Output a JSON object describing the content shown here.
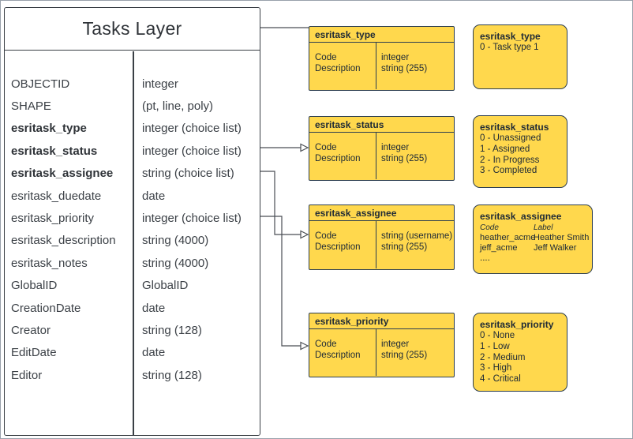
{
  "colors": {
    "shape_fill": "#FFD84D",
    "shape_border": "#2C3E50",
    "connector": "#4A4E54",
    "text": "#20242B"
  },
  "tasks_layer": {
    "title": "Tasks Layer",
    "fields": [
      {
        "name": "OBJECTID",
        "type": "integer"
      },
      {
        "name": "SHAPE",
        "type": "(pt, line, poly)"
      },
      {
        "name": "esritask_type",
        "type": "integer (choice list)"
      },
      {
        "name": "esritask_status",
        "type": "integer (choice list)"
      },
      {
        "name": "esritask_assignee",
        "type": "string (choice list)"
      },
      {
        "name": "esritask_duedate",
        "type": "date"
      },
      {
        "name": "esritask_priority",
        "type": "integer (choice list)"
      },
      {
        "name": "esritask_description",
        "type": "string (4000)"
      },
      {
        "name": "esritask_notes",
        "type": "string (4000)"
      },
      {
        "name": "GlobalID",
        "type": "GlobalID"
      },
      {
        "name": "CreationDate",
        "type": "date"
      },
      {
        "name": "Creator",
        "type": "string (128)"
      },
      {
        "name": "EditDate",
        "type": "date"
      },
      {
        "name": "Editor",
        "type": "string (128)"
      }
    ]
  },
  "code_tables": [
    {
      "title": "esritask_type",
      "rows": [
        {
          "field": "Code",
          "type": "integer"
        },
        {
          "field": "Description",
          "type": "string (255)"
        }
      ]
    },
    {
      "title": "esritask_status",
      "rows": [
        {
          "field": "Code",
          "type": "integer"
        },
        {
          "field": "Description",
          "type": "string (255)"
        }
      ]
    },
    {
      "title": "esritask_assignee",
      "rows": [
        {
          "field": "Code",
          "type": "string  (username)"
        },
        {
          "field": "Description",
          "type": "string (255)"
        }
      ]
    },
    {
      "title": "esritask_priority",
      "rows": [
        {
          "field": "Code",
          "type": "integer"
        },
        {
          "field": "Description",
          "type": "string (255)"
        }
      ]
    }
  ],
  "value_lists": [
    {
      "title": "esritask_type",
      "items": [
        "0 - Task type 1"
      ]
    },
    {
      "title": "esritask_status",
      "items": [
        "0 - Unassigned",
        "1 - Assigned",
        "2 - In Progress",
        "3 - Completed"
      ]
    },
    {
      "title": "esritask_assignee",
      "column_headers": {
        "code": "Code",
        "label": "Label"
      },
      "rows": [
        {
          "code": "heather_acme",
          "label": "Heather Smith"
        },
        {
          "code": "jeff_acme",
          "label": "Jeff Walker"
        }
      ],
      "more": "...."
    },
    {
      "title": "esritask_priority",
      "items": [
        "0 - None",
        "1 - Low",
        "2 - Medium",
        "3 - High",
        "4 - Critical"
      ]
    }
  ]
}
